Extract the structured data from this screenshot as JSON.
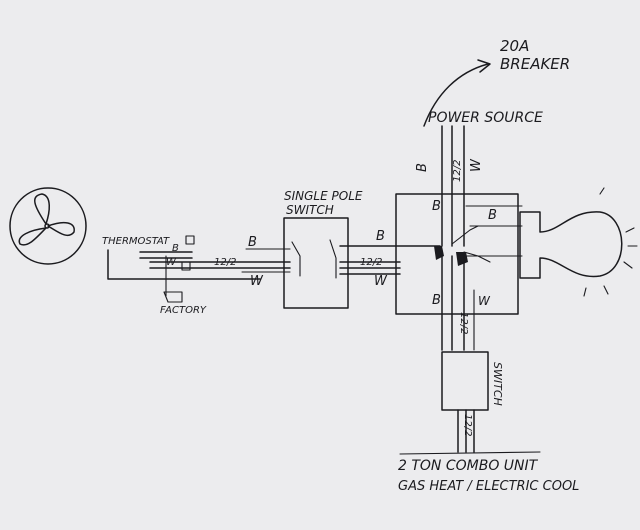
{
  "labels": {
    "breaker": [
      "20A",
      "BREAKER"
    ],
    "power_source": "POWER SOURCE",
    "thermostat": "THERMOSTAT",
    "factory": "FACTORY",
    "single_pole_switch": [
      "SINGLE POLE",
      "SWITCH"
    ],
    "combo_unit": [
      "2 TON COMBO UNIT",
      "GAS HEAT / ELECTRIC COOL"
    ],
    "switch_box": "SWITCH"
  },
  "wire_marks": {
    "black": "B",
    "white": "W",
    "cable": "12/2",
    "thermostat_black": "B",
    "thermostat_white": "W"
  },
  "colors": {
    "ink": "#1b1b1f",
    "paper": "#ececee"
  }
}
